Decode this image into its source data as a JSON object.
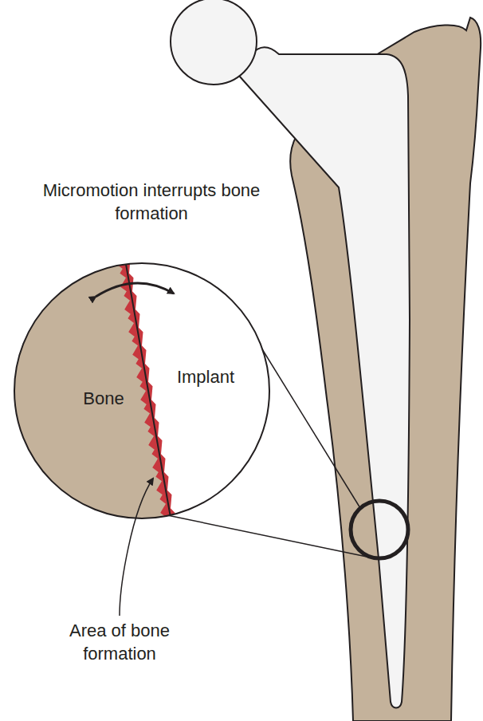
{
  "diagram": {
    "labels": [
      "Micromotion interrupts bone formation",
      "Bone",
      "Implant",
      "Area of bone formation"
    ]
  }
}
